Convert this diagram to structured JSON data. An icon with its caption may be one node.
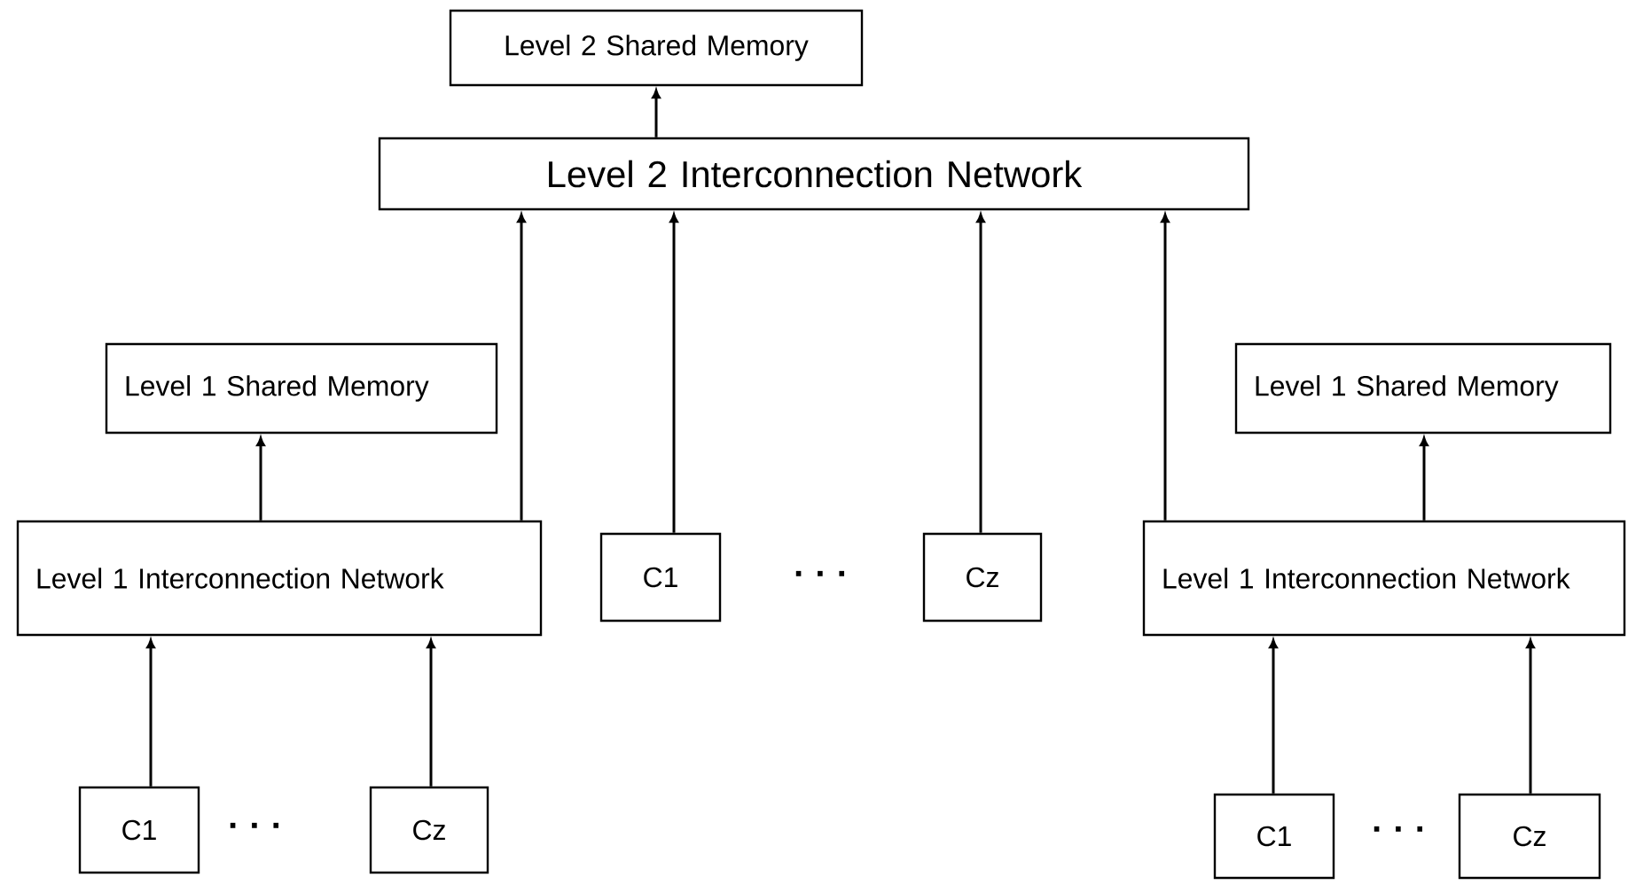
{
  "diagram": {
    "nodes": [
      {
        "text": [
          "Level 2 Shared Memory"
        ]
      },
      {
        "text": [
          "Level 2 Interconnection Network"
        ]
      },
      {
        "text": [
          "Level 1  Shared Memory"
        ]
      },
      {
        "text": [
          "Level 1 Interconnection Network"
        ]
      },
      {
        "text": [
          "C1"
        ]
      },
      {
        "text": [
          "Cz"
        ]
      },
      {
        "text": [
          "Level 1  Shared Memory"
        ]
      },
      {
        "text": [
          "Level 1 Interconnection Network"
        ]
      },
      {
        "text": [
          "C1"
        ]
      },
      {
        "text": [
          "Cz"
        ]
      },
      {
        "text": [
          "C1"
        ]
      },
      {
        "text": [
          "Cz"
        ]
      }
    ],
    "edges": [
      {
        "from": 1,
        "to": 0,
        "arrow": "to"
      },
      {
        "from": 3,
        "to": 2,
        "arrow": "to"
      },
      {
        "from": 3,
        "to": 1,
        "arrow": "to"
      },
      {
        "from": 4,
        "to": 1,
        "arrow": "to"
      },
      {
        "from": 5,
        "to": 1,
        "arrow": "to"
      },
      {
        "from": 7,
        "to": 1,
        "arrow": "to"
      },
      {
        "from": 7,
        "to": 6,
        "arrow": "to"
      },
      {
        "from": 8,
        "to": 3,
        "arrow": "to"
      },
      {
        "from": 9,
        "to": 3,
        "arrow": "to"
      },
      {
        "from": 10,
        "to": 7,
        "arrow": "to"
      },
      {
        "from": 11,
        "to": 7,
        "arrow": "to"
      }
    ],
    "labels": [
      "· · ·",
      "· · ·",
      "· · ·"
    ]
  }
}
